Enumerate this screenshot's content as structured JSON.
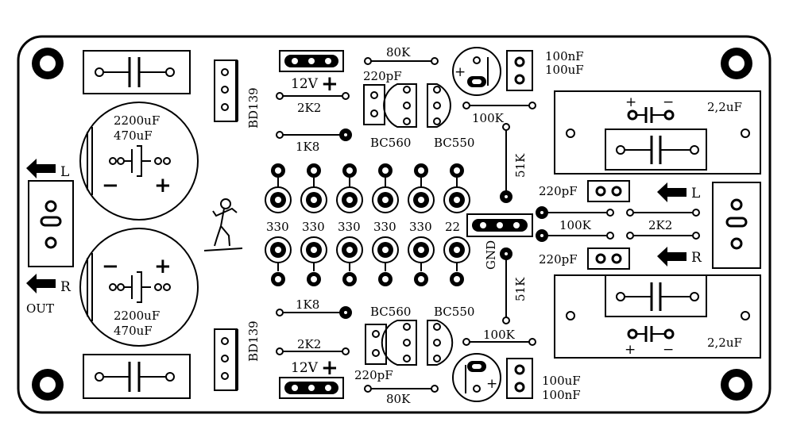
{
  "board": {
    "caps_big": {
      "top": {
        "value_a": "2200uF",
        "value_b": "470uF"
      },
      "bottom": {
        "value_a": "2200uF",
        "value_b": "470uF"
      }
    },
    "transistors_power": {
      "top": "BD139",
      "bottom": "BD139"
    },
    "supply": {
      "top": "12V",
      "bottom": "12V"
    },
    "resistors": {
      "r_top_80k": "80K",
      "r_top_2k2": "2K2",
      "r_top_1k8": "1K8",
      "r_top_100k": "100K",
      "r_top_51k": "51K",
      "r_mid_100k": "100K",
      "r_mid_2k2": "2K2",
      "r_bot_1k8": "1K8",
      "r_bot_2k2": "2K2",
      "r_bot_80k": "80K",
      "r_bot_100k": "100K",
      "r_bot_51k": "51K"
    },
    "small_caps": {
      "top_220pf": "220pF",
      "bot_220pf": "220pF",
      "mid_top_220pf": "220pF",
      "mid_bot_220pf": "220pF",
      "top_2_2uf": "2,2uF",
      "bot_2_2uf": "2,2uF"
    },
    "transistors_signal": {
      "top_bc560": "BC560",
      "top_bc550": "BC550",
      "bot_bc560": "BC560",
      "bot_bc550": "BC550"
    },
    "electrolytic_small": {
      "top_a": "100nF",
      "top_b": "100uF",
      "bot_a": "100uF",
      "bot_b": "100nF"
    },
    "resistor_array": {
      "values": [
        "330",
        "330",
        "330",
        "330",
        "330",
        "22"
      ]
    },
    "gnd": "GND",
    "inputs": {
      "left": "L",
      "right": "R"
    },
    "outputs": {
      "left": "L",
      "right": "R",
      "label": "OUT"
    },
    "signs": {
      "plus": "+",
      "minus": "−"
    }
  }
}
